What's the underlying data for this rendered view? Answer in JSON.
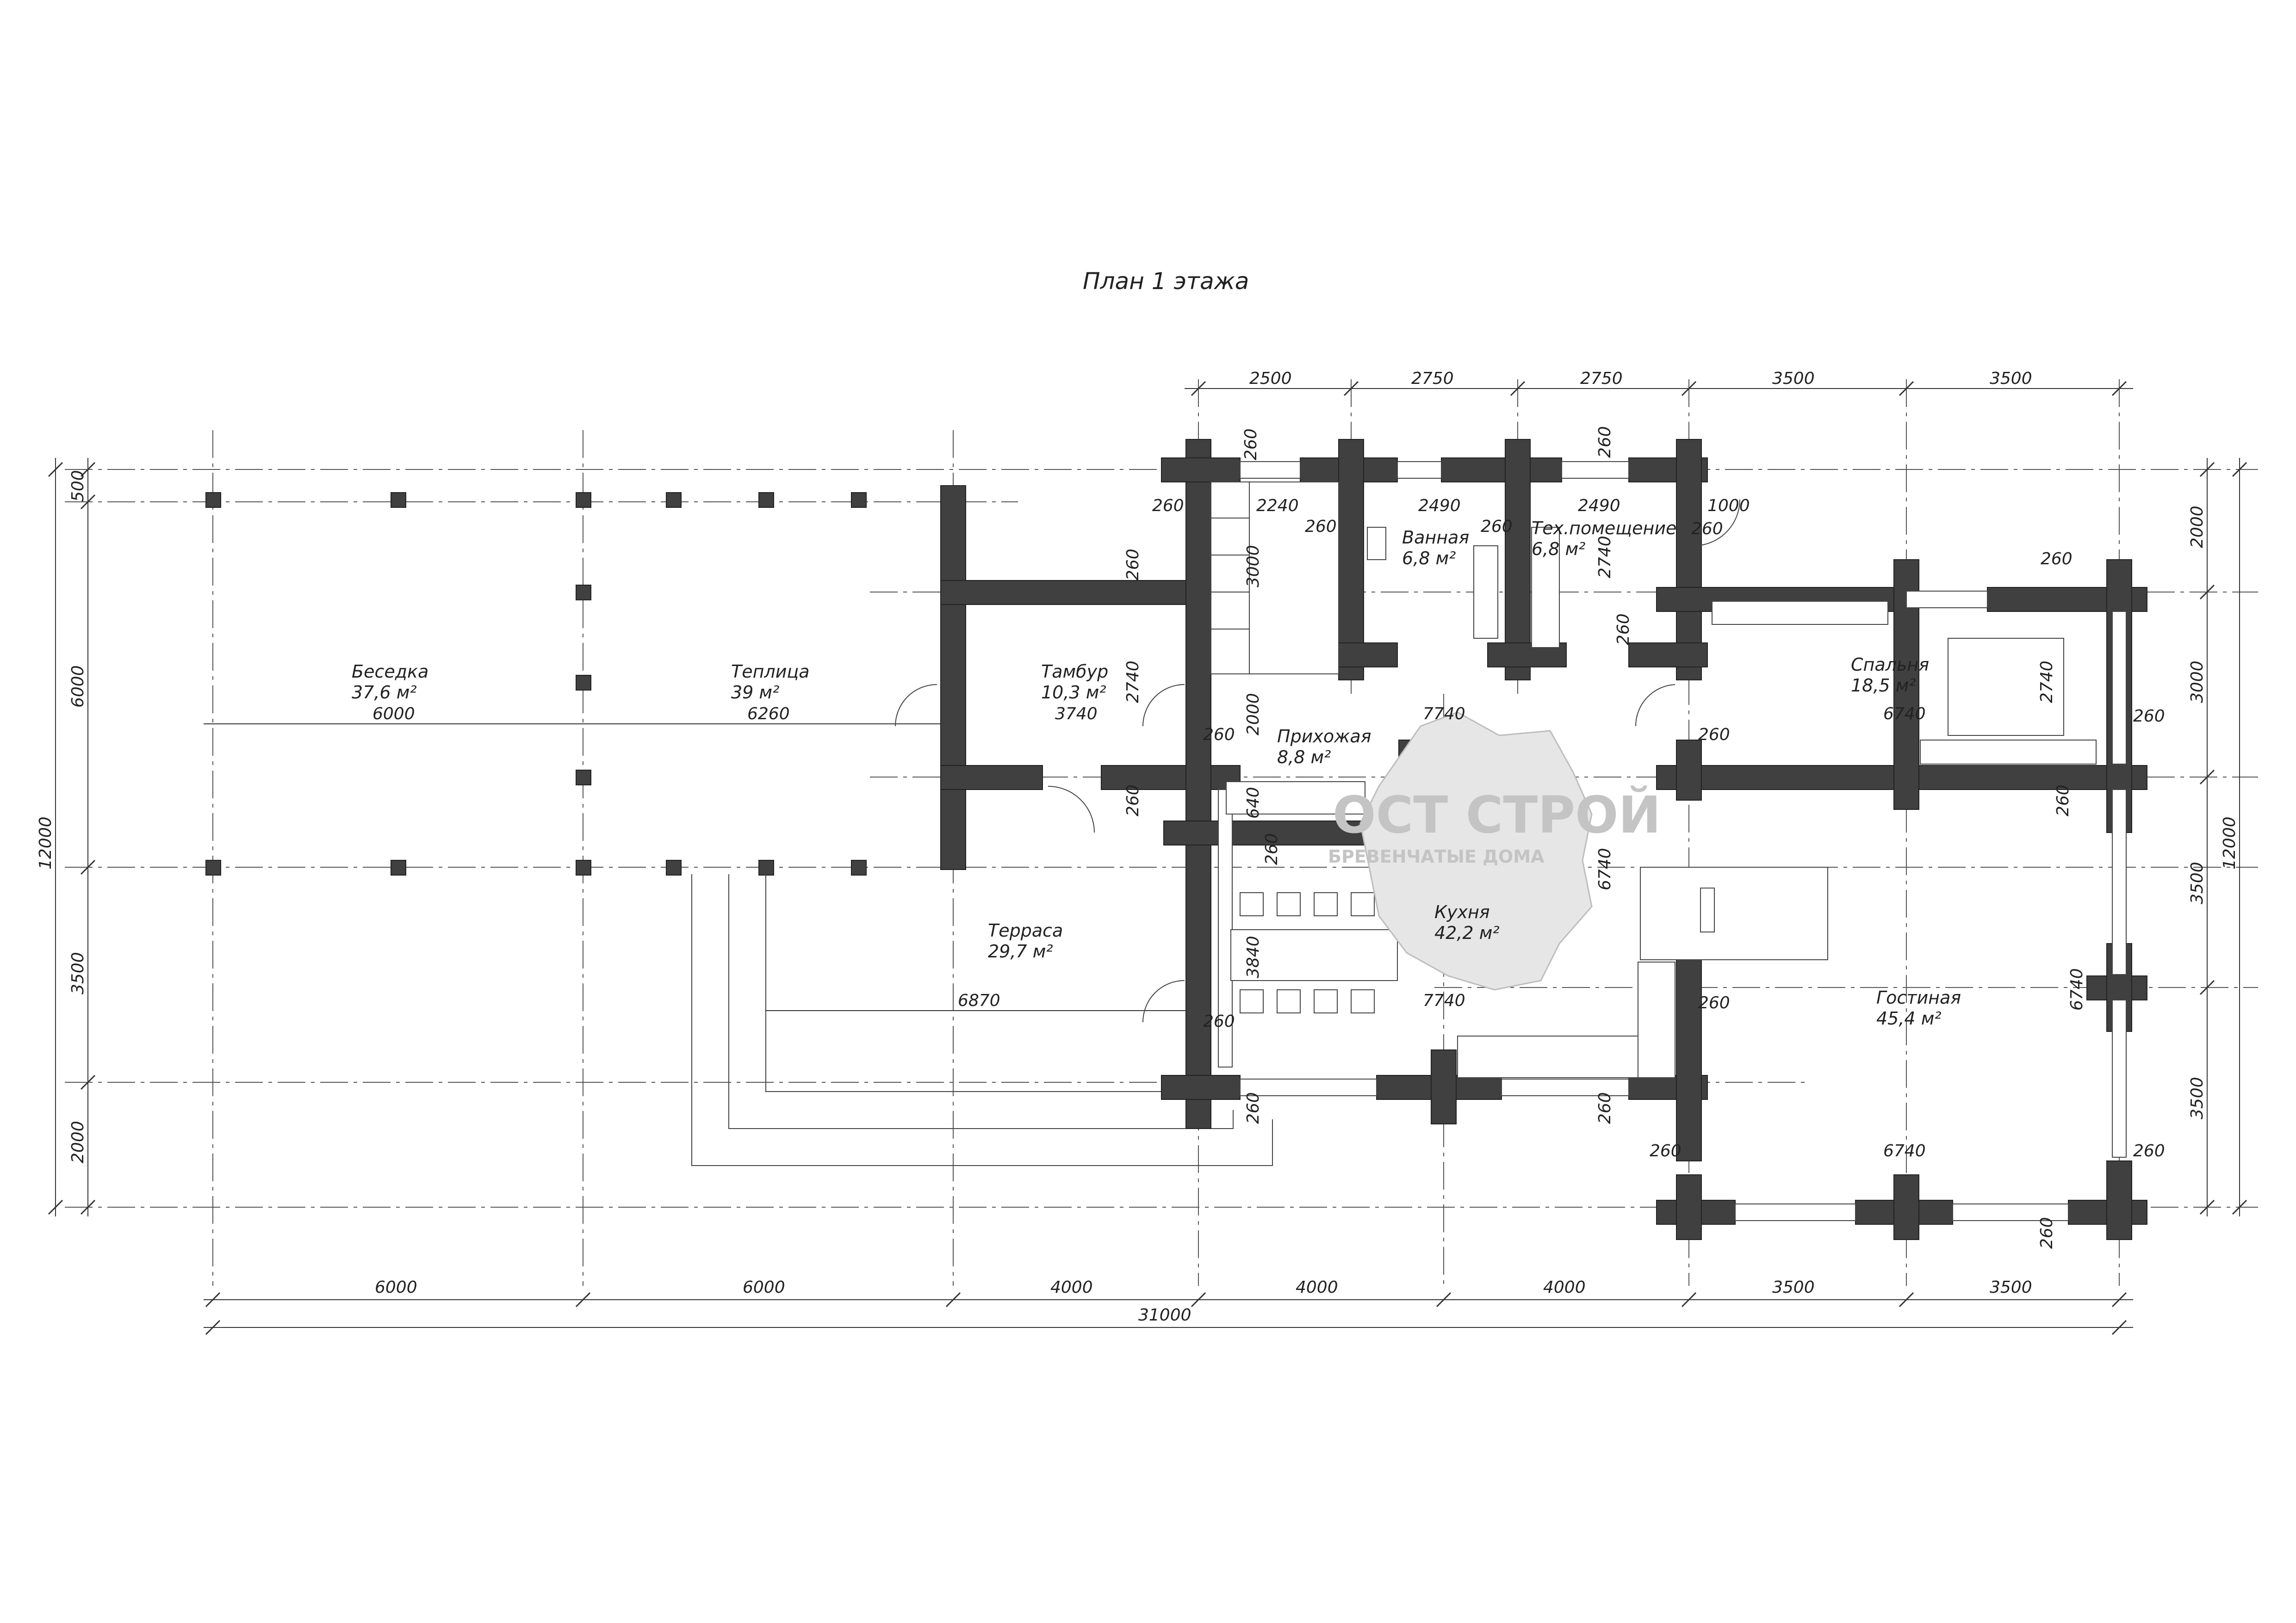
{
  "title": "План 1 этажа",
  "rooms": [
    {
      "id": "besedka",
      "name": "Беседка",
      "area": "37,6 м²"
    },
    {
      "id": "teplitsa",
      "name": "Теплица",
      "area": "39 м²"
    },
    {
      "id": "tambur",
      "name": "Тамбур",
      "area": "10,3 м²"
    },
    {
      "id": "prihozhaya",
      "name": "Прихожая",
      "area": "8,8 м²"
    },
    {
      "id": "vannaya",
      "name": "Ванная",
      "area": "6,8 м²"
    },
    {
      "id": "tehpom",
      "name": "Тех.помещение",
      "area": "6,8 м²"
    },
    {
      "id": "spalnya",
      "name": "Спальня",
      "area": "18,5 м²"
    },
    {
      "id": "kuhnya",
      "name": "Кухня",
      "area": "42,2 м²"
    },
    {
      "id": "gostinaya",
      "name": "Гостиная",
      "area": "45,4 м²"
    },
    {
      "id": "terrasa",
      "name": "Терраса",
      "area": "29,7 м²"
    }
  ],
  "dimensions": {
    "top_chain": [
      "2500",
      "2750",
      "2750",
      "3500",
      "3500"
    ],
    "bottom_chain": [
      "6000",
      "6000",
      "4000",
      "4000",
      "4000",
      "3500",
      "3500"
    ],
    "bottom_total": "31000",
    "left_chain": [
      "500",
      "6000",
      "3500",
      "2000"
    ],
    "left_total": "12000",
    "right_chain": [
      "2000",
      "3000",
      "3500",
      "3500"
    ],
    "right_total": "12000",
    "inner": {
      "w6000": "6000",
      "w6260": "6260",
      "w3740": "3740",
      "w7740a": "7740",
      "w7740b": "7740",
      "w6740a": "6740",
      "w6740b": "6740",
      "w6870": "6870",
      "w2240": "2240",
      "w2490a": "2490",
      "w2490b": "2490",
      "w1000": "1000",
      "h3000": "3000",
      "h2740a": "2740",
      "h2740b": "2740",
      "h2740c": "2740",
      "h2000": "2000",
      "h640": "640",
      "h3840": "3840",
      "h6740a": "6740",
      "h6740b": "6740",
      "wall": "260"
    }
  },
  "logo": {
    "name": "ОСТ СТРОЙ",
    "tagline": "БРЕВЕНЧАТЫЕ ДОМА"
  },
  "colors": {
    "wall": "#404040",
    "line": "#444444",
    "logo": "#c4c4c4"
  }
}
